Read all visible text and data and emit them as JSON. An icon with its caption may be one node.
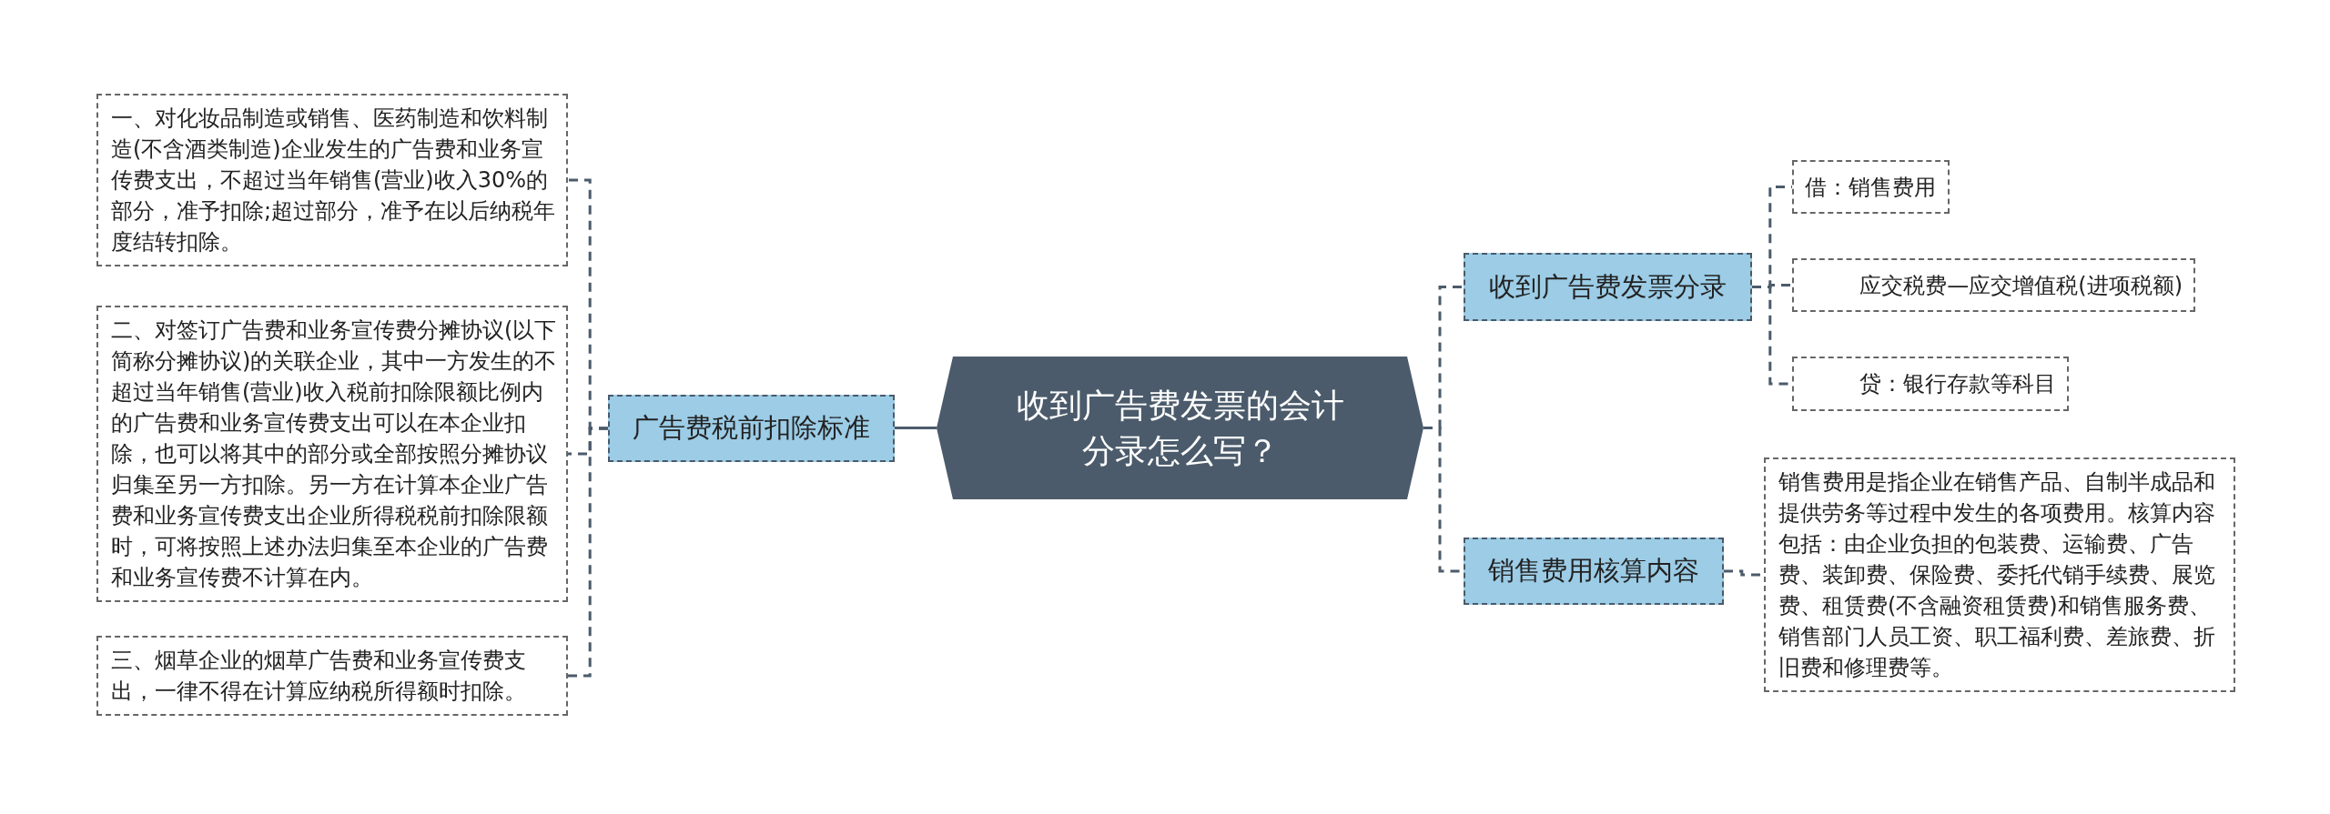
{
  "diagram": {
    "nodes": [
      {
        "text": [
          "收到广告费发票的会计分录怎么写？"
        ]
      },
      {
        "text": [
          "收到广告费发票分录"
        ]
      },
      {
        "text": [
          "借：销售费用"
        ]
      },
      {
        "text": [
          "应交税费—应交增值税(进项税额)"
        ]
      },
      {
        "text": [
          "贷：银行存款等科目"
        ]
      },
      {
        "text": [
          "销售费用核算内容"
        ]
      },
      {
        "text": [
          "销售费用是指企业在销售产品、自制半成品和提供劳务等过程中发生的各项费用。核算内容包括：由企业负担的包装费、运输费、广告费、装卸费、保险费、委托代销手续费、展览费、租赁费(不含融资租赁费)和销售服务费、销售部门人员工资、职工福利费、差旅费、折旧费和修理费等。"
        ]
      },
      {
        "text": [
          "广告费税前扣除标准"
        ]
      },
      {
        "text": [
          "一、对化妆品制造或销售、医药制造和饮料制造(不含酒类制造)企业发生的广告费和业务宣传费支出，不超过当年销售(营业)收入30%的部分，准予扣除;超过部分，准予在以后纳税年度结转扣除。"
        ]
      },
      {
        "text": [
          "二、对签订广告费和业务宣传费分摊协议(以下简称分摊协议)的关联企业，其中一方发生的不超过当年销售(营业)收入税前扣除限额比例内的广告费和业务宣传费支出可以在本企业扣除，也可以将其中的部分或全部按照分摊协议归集至另一方扣除。另一方在计算本企业广告费和业务宣传费支出企业所得税税前扣除限额时，可将按照上述办法归集至本企业的广告费和业务宣传费不计算在内。"
        ]
      },
      {
        "text": [
          "三、烟草企业的烟草广告费和业务宣传费支出，一律不得在计算应纳税所得额时扣除。"
        ]
      }
    ],
    "edges": [
      {
        "from": 0,
        "to": 1,
        "arrow": "none",
        "style": "dashed"
      },
      {
        "from": 1,
        "to": 2,
        "arrow": "none",
        "style": "dashed"
      },
      {
        "from": 1,
        "to": 3,
        "arrow": "none",
        "style": "dashed"
      },
      {
        "from": 1,
        "to": 4,
        "arrow": "none",
        "style": "dashed"
      },
      {
        "from": 0,
        "to": 5,
        "arrow": "none",
        "style": "dashed"
      },
      {
        "from": 5,
        "to": 6,
        "arrow": "none",
        "style": "dashed"
      },
      {
        "from": 0,
        "to": 7,
        "arrow": "none"
      },
      {
        "from": 7,
        "to": 8,
        "arrow": "none",
        "style": "dashed"
      },
      {
        "from": 7,
        "to": 9,
        "arrow": "none",
        "style": "dashed"
      },
      {
        "from": 7,
        "to": 10,
        "arrow": "none",
        "style": "dashed"
      }
    ]
  }
}
